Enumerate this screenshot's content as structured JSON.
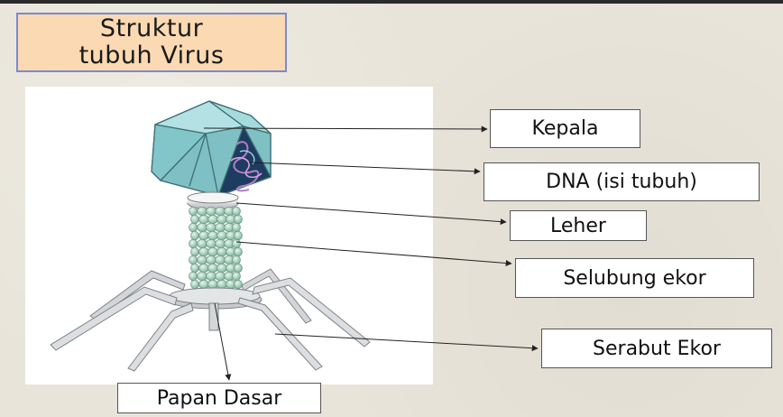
{
  "title": {
    "line1": "Struktur",
    "line2": "tubuh Virus"
  },
  "labels": {
    "kepala": "Kepala",
    "dna": "DNA (isi tubuh)",
    "leher": "Leher",
    "selubung_ekor": "Selubung ekor",
    "serabut_ekor": "Serabut Ekor",
    "papan_dasar": "Papan Dasar"
  },
  "colors": {
    "title_fill": "#fbd9b3",
    "title_border": "#7a8ad0",
    "capsid": "#8fd0d3",
    "tail_beads": "#b8dcc8",
    "fibers": "#c9cdd0"
  }
}
